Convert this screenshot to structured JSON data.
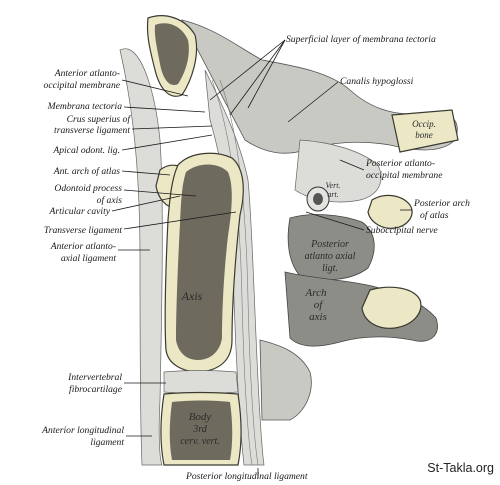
{
  "labels": {
    "superficial_layer": "Superficial layer of membrana tectoria",
    "anterior_atlanto_occipital_1": "Anterior atlanto-",
    "anterior_atlanto_occipital_2": "occipital membrane",
    "canalis_hypoglossi": "Canalis hypoglossi",
    "membrana_tectoria": "Membrana tectoria",
    "crus_superius_1": "Crus superius of",
    "crus_superius_2": "transverse ligament",
    "apical_odont": "Apical odont. lig.",
    "ant_arch_atlas": "Ant. arch of atlas",
    "odontoid_1": "Odontoid process",
    "odontoid_2": "of axis",
    "articular_cavity": "Articular cavity",
    "transverse_ligament": "Transverse ligament",
    "anterior_atlanto_axial_1": "Anterior atlanto-",
    "anterior_atlanto_axial_2": "axial ligament",
    "posterior_atlanto_occipital_1": "Posterior atlanto-",
    "posterior_atlanto_occipital_2": "occipital membrane",
    "posterior_arch_1": "Posterior arch",
    "posterior_arch_2": "of atlas",
    "suboccipital_nerve": "Suboccipital nerve",
    "intervertebral_1": "Intervertebral",
    "intervertebral_2": "fibrocartilage",
    "anterior_longitudinal_1": "Anterior longitudinal",
    "anterior_longitudinal_2": "ligament",
    "posterior_longitudinal": "Posterior longitudinal ligament"
  },
  "inner_text": {
    "occip_1": "Occip.",
    "occip_2": "bone",
    "vert_1": "Vert.",
    "vert_2": "art.",
    "post_aa_1": "Posterior",
    "post_aa_2": "atlanto axial",
    "post_aa_3": "ligt.",
    "arch_1": "Arch",
    "arch_2": "of",
    "arch_3": "axis",
    "axis": "Axis",
    "body_1": "Body",
    "body_2": "3rd",
    "body_3": "cerv. vert."
  },
  "watermark": "St-Takla.org"
}
